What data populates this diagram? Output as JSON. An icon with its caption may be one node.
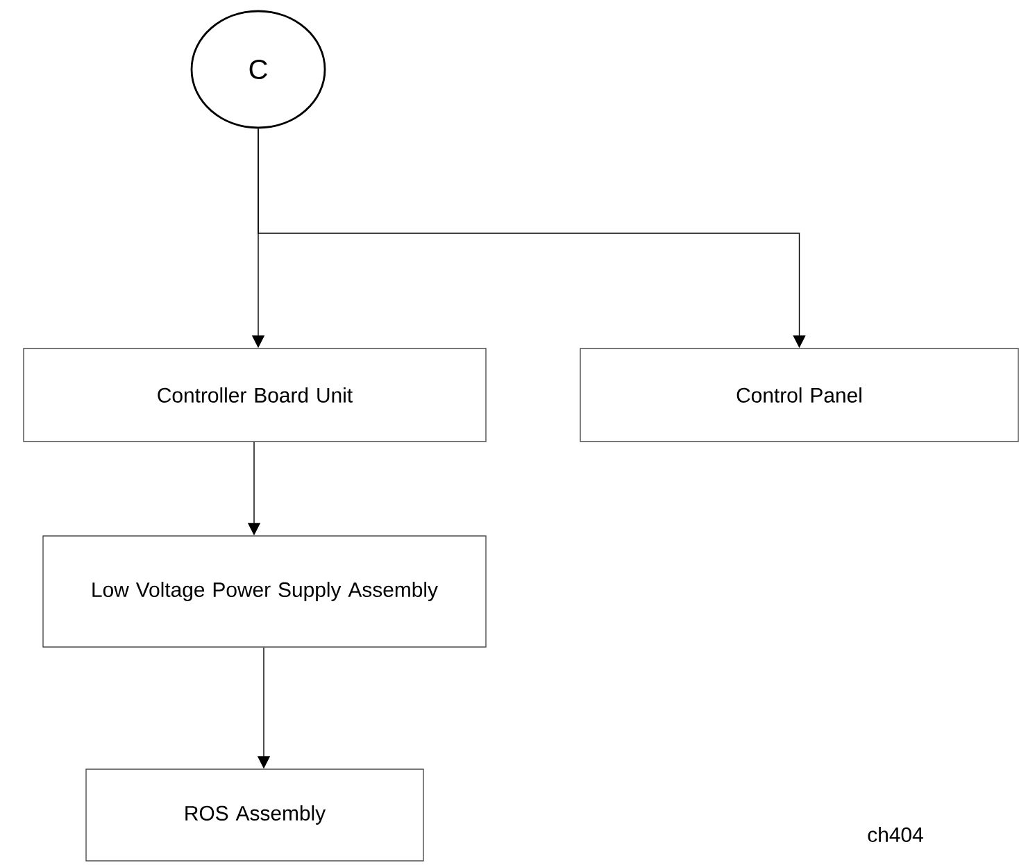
{
  "diagram": {
    "nodes": [
      {
        "text": [
          "C"
        ]
      },
      {
        "text": [
          "Controller Board Unit"
        ]
      },
      {
        "text": [
          "Control Panel"
        ]
      },
      {
        "text": [
          "Low Voltage Power Supply Assembly"
        ]
      },
      {
        "text": [
          "ROS Assembly"
        ]
      }
    ],
    "edges": [
      {
        "from": 0,
        "to": 1,
        "arrow": "to"
      },
      {
        "from": 0,
        "to": 2,
        "arrow": "to"
      },
      {
        "from": 1,
        "to": 3,
        "arrow": "to"
      },
      {
        "from": 3,
        "to": 4,
        "arrow": "to"
      }
    ],
    "labels": [
      "ch404"
    ]
  }
}
